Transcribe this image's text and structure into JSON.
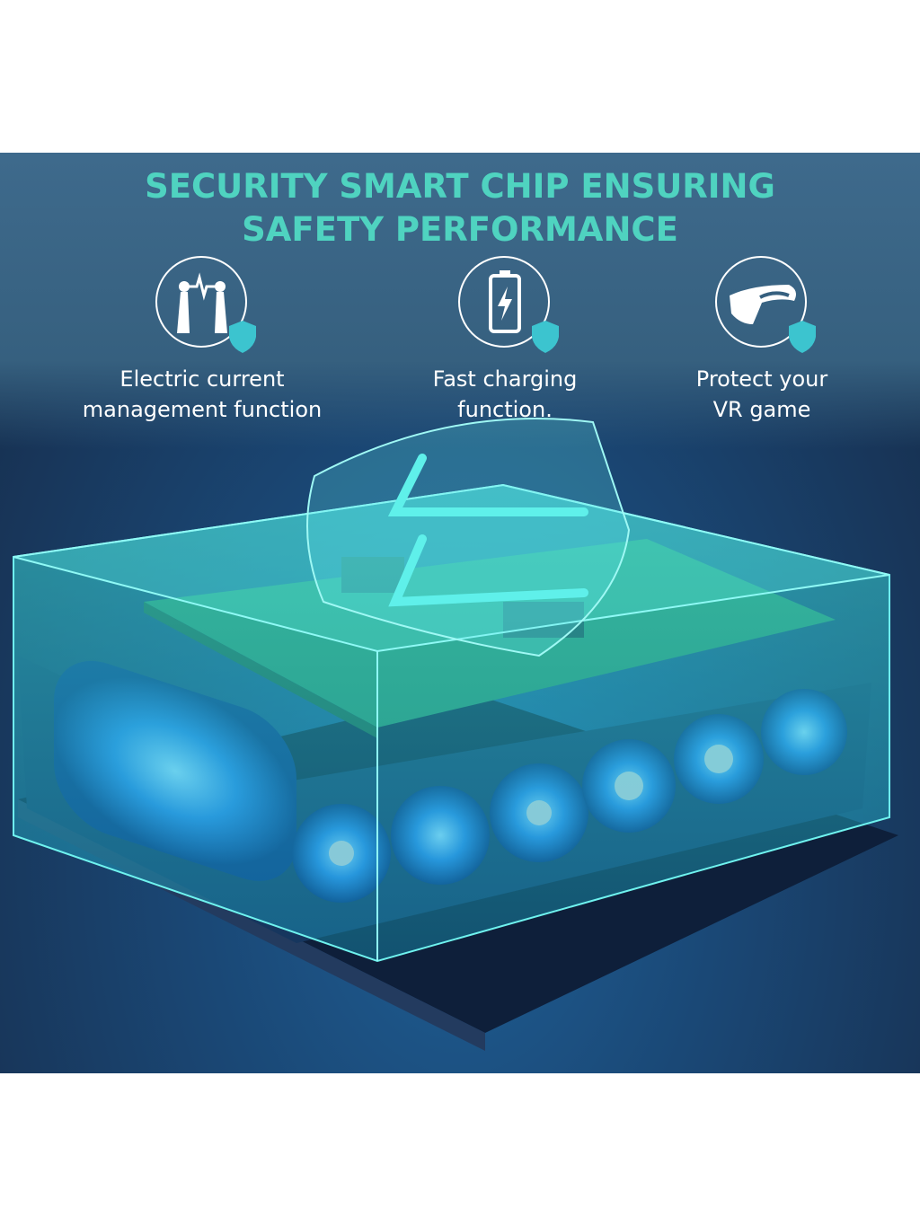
{
  "title": {
    "line1": "SECURITY SMART CHIP ENSURING",
    "line2": "SAFETY PERFORMANCE"
  },
  "features": [
    {
      "icon": "electric-current-icon",
      "line1": "Electric current",
      "line2": "management function"
    },
    {
      "icon": "battery-charging-icon",
      "line1": "Fast charging",
      "line2": "function."
    },
    {
      "icon": "vr-headset-icon",
      "line1": "Protect your",
      "line2": "VR game"
    }
  ],
  "colors": {
    "accent": "#4fd3c0",
    "shield": "#3cc4cf",
    "background": "#1d4a78"
  }
}
